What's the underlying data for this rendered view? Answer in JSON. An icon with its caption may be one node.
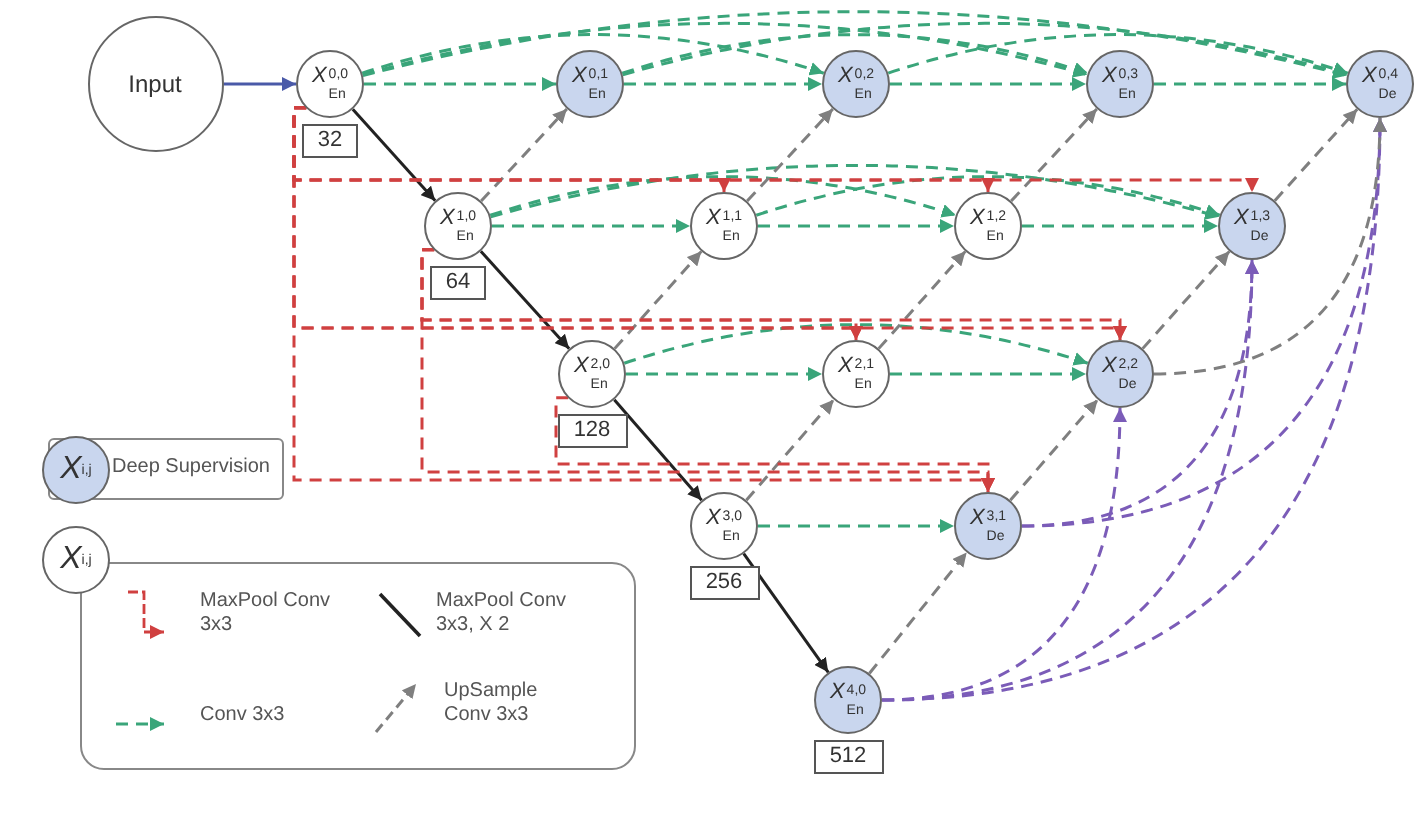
{
  "diagram": {
    "nodes": [
      {
        "text": [
          "Input"
        ]
      },
      {
        "text": [
          "*X*$^{0,0}$$_{En}$"
        ],
        "beside": [
          "32"
        ]
      },
      {
        "text": [
          "*X*$^{0,1}$$_{En}$"
        ]
      },
      {
        "text": [
          "*X*$^{0,2}$$_{En}$"
        ]
      },
      {
        "text": [
          "*X*$^{0,3}$$_{En}$"
        ]
      },
      {
        "text": [
          "*X*$^{0,4}$$_{De}$"
        ]
      },
      {
        "text": [
          "*X*$^{1,0}$$_{En}$"
        ],
        "beside": [
          "64"
        ]
      },
      {
        "text": [
          "*X*$^{1,1}$$_{En}$"
        ]
      },
      {
        "text": [
          "*X*$^{1,2}$$_{En}$"
        ]
      },
      {
        "text": [
          "*X*$^{1,3}$$_{De}$"
        ]
      },
      {
        "text": [
          "*X*$^{2,0}$$_{En}$"
        ],
        "beside": [
          "128"
        ]
      },
      {
        "text": [
          "*X*$^{2,1}$$_{En}$"
        ]
      },
      {
        "text": [
          "*X*$^{2,2}$$_{De}$"
        ]
      },
      {
        "text": [
          "*X*$^{3,0}$$_{En}$"
        ],
        "beside": [
          "256"
        ]
      },
      {
        "text": [
          "*X*$^{3,1}$$_{De}$"
        ]
      },
      {
        "text": [
          "*X*$^{4,0}$$_{En}$"
        ],
        "beside": [
          "512"
        ]
      }
    ],
    "edges": [
      {
        "from": 0,
        "to": 1,
        "arrow": "to",
        "color": "#4a5aa8"
      },
      {
        "from": 1,
        "to": 6,
        "arrow": "to",
        "color": "#222222"
      },
      {
        "from": 6,
        "to": 10,
        "arrow": "to",
        "color": "#222222"
      },
      {
        "from": 10,
        "to": 13,
        "arrow": "to",
        "color": "#222222"
      },
      {
        "from": 13,
        "to": 15,
        "arrow": "to",
        "color": "#222222"
      },
      {
        "from": 1,
        "to": 2,
        "arrow": "to",
        "style": "dashed"
      },
      {
        "from": 2,
        "to": 3,
        "arrow": "to",
        "style": "dashed"
      },
      {
        "from": 3,
        "to": 4,
        "arrow": "to",
        "style": "dashed"
      },
      {
        "from": 4,
        "to": 5,
        "arrow": "to",
        "style": "dashed"
      },
      {
        "from": 6,
        "to": 7,
        "arrow": "to",
        "style": "dashed"
      },
      {
        "from": 7,
        "to": 8,
        "arrow": "to",
        "style": "dashed"
      },
      {
        "from": 8,
        "to": 9,
        "arrow": "to",
        "style": "dashed"
      },
      {
        "from": 10,
        "to": 11,
        "arrow": "to",
        "style": "dashed"
      },
      {
        "from": 11,
        "to": 12,
        "arrow": "to",
        "style": "dashed"
      },
      {
        "from": 13,
        "to": 14,
        "arrow": "to",
        "style": "dashed"
      },
      {
        "from": 1,
        "to": 3,
        "arrow": "to",
        "style": "dashed"
      },
      {
        "from": 1,
        "to": 4,
        "arrow": "to",
        "style": "dashed"
      },
      {
        "from": 1,
        "to": 5,
        "arrow": "to",
        "style": "dashed"
      },
      {
        "from": 2,
        "to": 4,
        "arrow": "to",
        "style": "dashed"
      },
      {
        "from": 2,
        "to": 5,
        "arrow": "to",
        "style": "dashed"
      },
      {
        "from": 3,
        "to": 5,
        "arrow": "to",
        "style": "dashed"
      },
      {
        "from": 6,
        "to": 8,
        "arrow": "to",
        "style": "dashed"
      },
      {
        "from": 6,
        "to": 9,
        "arrow": "to",
        "style": "dashed"
      },
      {
        "from": 7,
        "to": 9,
        "arrow": "to",
        "style": "dashed"
      },
      {
        "from": 10,
        "to": 12,
        "arrow": "to",
        "style": "dashed"
      },
      {
        "from": 6,
        "to": 2,
        "arrow": "to",
        "style": "dashed",
        "color": "#7f7f7f"
      },
      {
        "from": 7,
        "to": 3,
        "arrow": "to",
        "style": "dashed",
        "color": "#7f7f7f"
      },
      {
        "from": 8,
        "to": 4,
        "arrow": "to",
        "style": "dashed",
        "color": "#7f7f7f"
      },
      {
        "from": 9,
        "to": 5,
        "arrow": "to",
        "style": "dashed",
        "color": "#7f7f7f"
      },
      {
        "from": 10,
        "to": 7,
        "arrow": "to",
        "style": "dashed",
        "color": "#7f7f7f"
      },
      {
        "from": 11,
        "to": 8,
        "arrow": "to",
        "style": "dashed",
        "color": "#7f7f7f"
      },
      {
        "from": 12,
        "to": 9,
        "arrow": "to",
        "style": "dashed",
        "color": "#7f7f7f"
      },
      {
        "from": 13,
        "to": 11,
        "arrow": "to",
        "style": "dashed",
        "color": "#7f7f7f"
      },
      {
        "from": 14,
        "to": 12,
        "arrow": "to",
        "style": "dashed",
        "color": "#7f7f7f"
      },
      {
        "from": 15,
        "to": 14,
        "arrow": "to",
        "style": "dashed",
        "color": "#7f7f7f"
      },
      {
        "from": 15,
        "to": 12,
        "arrow": "to",
        "style": "dashed",
        "color": "#7b5cb8"
      },
      {
        "from": 15,
        "to": 9,
        "arrow": "to",
        "style": "dashed",
        "color": "#7b5cb8"
      },
      {
        "from": 15,
        "to": 5,
        "arrow": "to",
        "style": "dashed",
        "color": "#7b5cb8"
      },
      {
        "from": 14,
        "to": 9,
        "arrow": "to",
        "style": "dashed",
        "color": "#7b5cb8"
      },
      {
        "from": 14,
        "to": 5,
        "arrow": "to",
        "style": "dashed",
        "color": "#7b5cb8"
      },
      {
        "from": 12,
        "to": 5,
        "arrow": "to",
        "style": "dashed",
        "color": "#7f7f7f"
      },
      {
        "from": 1,
        "to": 7,
        "arrow": "to",
        "style": "dashed",
        "color": "#d04040"
      },
      {
        "from": 1,
        "to": 8,
        "arrow": "to",
        "style": "dashed",
        "color": "#d04040"
      },
      {
        "from": 1,
        "to": 9,
        "arrow": "to",
        "style": "dashed",
        "color": "#d04040"
      },
      {
        "from": 1,
        "to": 11,
        "arrow": "to",
        "style": "dashed",
        "color": "#d04040"
      },
      {
        "from": 1,
        "to": 12,
        "arrow": "to",
        "style": "dashed",
        "color": "#d04040"
      },
      {
        "from": 1,
        "to": 14,
        "arrow": "to",
        "style": "dashed",
        "color": "#d04040"
      },
      {
        "from": 6,
        "to": 11,
        "arrow": "to",
        "style": "dashed",
        "color": "#d04040"
      },
      {
        "from": 6,
        "to": 12,
        "arrow": "to",
        "style": "dashed",
        "color": "#d04040"
      },
      {
        "from": 6,
        "to": 14,
        "arrow": "to",
        "style": "dashed",
        "color": "#d04040"
      },
      {
        "from": 10,
        "to": 14,
        "arrow": "to",
        "style": "dashed",
        "color": "#d04040"
      }
    ],
    "labels": [
      "*X*$^{i,j}$",
      "*X*$^{i,j}$"
    ],
    "legend": [
      {
        "text": "Deep Supervision"
      },
      {
        "text": "MaxPool Conv 3x3"
      },
      {
        "text": "MaxPool Conv 3x3, X 2"
      },
      {
        "text": "Conv 3x3"
      },
      {
        "text": "UpSample Conv 3x3"
      }
    ]
  }
}
